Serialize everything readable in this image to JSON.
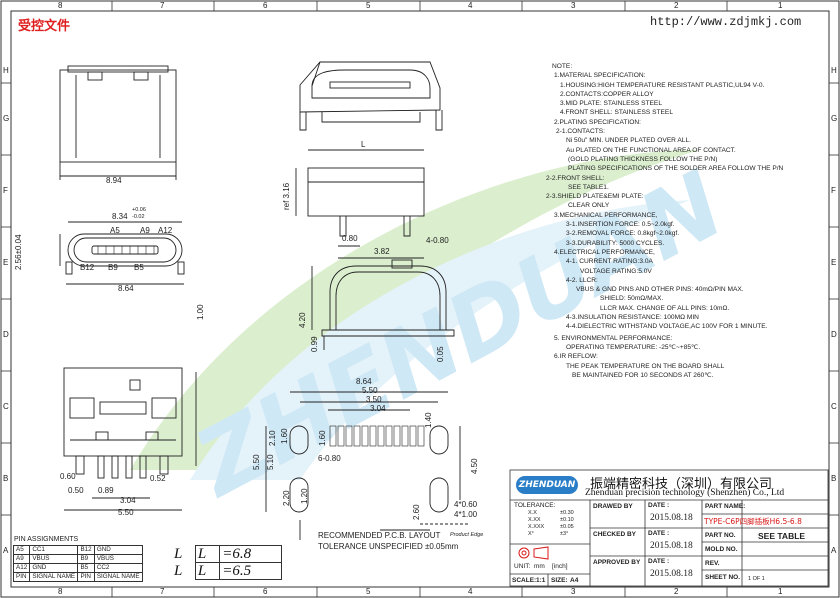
{
  "header": {
    "stamp": "受控文件",
    "url": "http://www.zdjmkj.com",
    "watermark": "ZHENDUAN"
  },
  "frame": {
    "top_columns": [
      "8",
      "7",
      "6",
      "5",
      "4",
      "3",
      "2",
      "1"
    ],
    "bottom_columns": [
      "8",
      "7",
      "6",
      "5",
      "4",
      "3",
      "2",
      "1"
    ],
    "rows": [
      "H",
      "G",
      "F",
      "E",
      "D",
      "C",
      "B",
      "A"
    ]
  },
  "dimensions": {
    "top_width": "8.94",
    "front_width": "8.34",
    "front_tol_plus": "+0.06",
    "front_tol_minus": "-0.02",
    "front_height": "2.56±0.04",
    "pin_a5": "A5",
    "pin_a9": "A9",
    "pin_a12": "A12",
    "pin_b12": "B12",
    "pin_b9": "B9",
    "pin_b5": "B5",
    "bottom_width": "8.64",
    "side_height": "1.00",
    "length_L": "L",
    "ref_height": "ref 3.16",
    "d080": "0.80",
    "d382": "3.82",
    "d4_080": "4-0.80",
    "h420": "4.20",
    "h099": "0.99",
    "h005": "0.05",
    "bot_060": "0.60",
    "bot_050": "0.50",
    "bot_089": "0.89",
    "bot_052": "0.52",
    "bot_304": "3.04",
    "bot_550": "5.50",
    "pcb_864": "8.64",
    "pcb_550": "5.50",
    "pcb_350": "3.50",
    "pcb_304": "3.04",
    "pcb_140": "1.40",
    "pcb_210": "2.10",
    "pcb_160a": "1.60",
    "pcb_160b": "1.60",
    "pcb_510": "5.10",
    "pcb_6_080": "6-0.80",
    "pcb_450": "4.50",
    "pcb_220": "2.20",
    "pcb_120": "1.20",
    "pcb_260": "2.60",
    "pcb_4_060": "4*0.60",
    "pcb_4_100": "4*1.00",
    "pcb_caption": "RECOMMENDED  P.C.B. LAYOUT",
    "pcb_tolerance": "TOLERANCE UNSPECIFIED ±0.05mm",
    "product_edge": "Product Edge"
  },
  "notes": [
    "NOTE:",
    "1.MATERIAL SPECIFICATION:",
    "1.HOUSING:HIGH TEMPERATURE RESISTANT PLASTIC,UL94 V-0.",
    "2.CONTACTS:COPPER ALLOY",
    "3.MID PLATE: STAINLESS STEEL",
    "4.FRONT SHELL: STAINLESS STEEL",
    "2.PLATING SPECIFICATION:",
    "2-1.CONTACTS:",
    "Ni 50u\" MIN. UNDER PLATED OVER ALL.",
    "Au PLATED ON THE FUNCTIONAL AREA OF CONTACT.",
    "(GOLD PLATING THICKNESS FOLLOW THE P/N)",
    "PLATING SPECIFICATIONS OF THE SOLDER AREA FOLLOW THE P/N",
    "2-2.FRONT SHELL:",
    "SEE TABLE1.",
    "2-3.SHIELD PLATE&EMI PLATE:",
    "CLEAR ONLY",
    "3.MECHANICAL PERFORMANCE,",
    "3-1.INSERTION FORCE: 0.5~2.0kgf.",
    "3-2.REMOVAL FORCE: 0.8kgf~2.0kgf.",
    "3-3.DURABILITY: 5000 CYCLES.",
    "4.ELECTRICAL PERFORMANCE,",
    "4-1. CURRENT RATING:3.0A",
    "VOLTAGE RATING:5.0V",
    "4-2. LLCR:",
    "VBUS & GND PINS AND OTHER PINS: 40mΩ/PIN MAX.",
    "SHIELD: 50mΩ/MAX.",
    "LLCR MAX. CHANGE OF ALL PINS: 10mΩ.",
    "4-3.INSULATION RESISTANCE: 100MΩ  MIN",
    "4-4.DIELECTRIC WITHSTAND VOLTAGE,AC 100V FOR 1 MINUTE.",
    "5. ENVIRONMENTAL PERFORMANCE:",
    "OPERATING TEMPERATURE: -25℃~+85℃.",
    "6.IR REFLOW:",
    "THE PEAK TEMPERATURE ON THE BOARD SHALL",
    "BE MAINTAINED FOR 10 SECONDS AT 260℃."
  ],
  "pin_assignments": {
    "title": "PIN ASSIGNMENTS",
    "rows": [
      [
        "A5",
        "CC1",
        "B12",
        "GND"
      ],
      [
        "A9",
        "VBUS",
        "B9",
        "VBUS"
      ],
      [
        "A12",
        "GND",
        "B5",
        "CC2"
      ],
      [
        "PIN",
        "SIGNAL NAME",
        "PIN",
        "SIGNAL NAME"
      ]
    ]
  },
  "l_table": {
    "rows": [
      [
        "L",
        "L",
        "=6.8"
      ],
      [
        "L",
        "L",
        "=6.5"
      ]
    ]
  },
  "title_block": {
    "logo": "ZHENDUAN",
    "company_cn": "振端精密科技（深圳）有限公司",
    "company_en": "Zhenduan precision technology (Shenzhen) Co., Ltd",
    "tolerance_label": "TOLERANCE:",
    "tol_rows": [
      [
        "X.X",
        "±0.30"
      ],
      [
        "X.XX",
        "±0.10"
      ],
      [
        "X.XXX",
        "±0.05"
      ],
      [
        "X°",
        "±3°"
      ]
    ],
    "unit_label": "UNIT:",
    "unit_value": "mm",
    "unit_alt": "[inch]",
    "scale_label": "SCALE:",
    "scale_value": "1:1",
    "size_label": "SIZE:",
    "size_value": "A4",
    "drawn_by": "DRAWED BY",
    "checked_by": "CHECKED BY",
    "approved_by": "APPROVED BY",
    "date_label": "DATE :",
    "date_drawn": "2015.08.18",
    "date_checked": "2015.08.18",
    "date_approved": "2015.08.18",
    "part_name_label": "PART NAME:",
    "part_name": "TYPE-C6P四脚插板H6.5-6.8",
    "part_no_label": "PART NO.",
    "part_no_value": "SEE TABLE",
    "mold_no_label": "MOLD NO.",
    "rev_label": "REV.",
    "sheet_no_label": "SHEET NO.",
    "sheet_no_value": "1 OF 1"
  }
}
